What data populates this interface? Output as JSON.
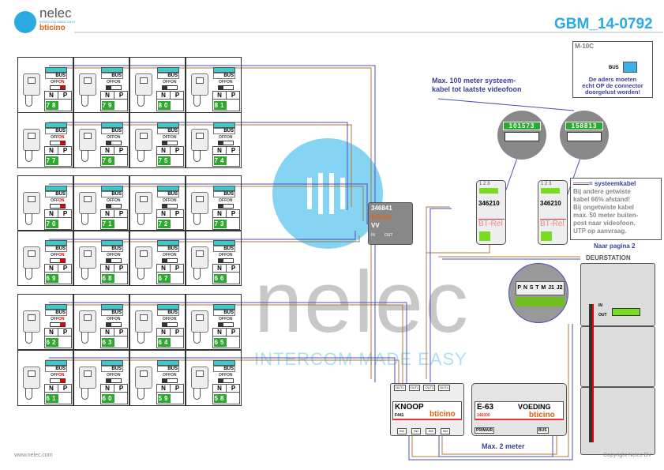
{
  "header": {
    "brand": "nelec",
    "tagline": "INTERCOM MADE EASY",
    "partner": "bticino",
    "doc_id": "GBM_14-0792"
  },
  "watermark": {
    "word": "nelec",
    "sub": "INTERCOM MADE EASY"
  },
  "monitor_labels": {
    "bus": "BUS",
    "off": "OFF",
    "on": "ON",
    "n": "N",
    "p": "P"
  },
  "monitor_rows": [
    [
      "78",
      "79",
      "80",
      "81"
    ],
    [
      "77",
      "76",
      "75",
      "74"
    ],
    [
      "70",
      "71",
      "72",
      "73"
    ],
    [
      "69",
      "68",
      "67",
      "66"
    ],
    [
      "62",
      "63",
      "64",
      "65"
    ],
    [
      "61",
      "60",
      "59",
      "58"
    ]
  ],
  "notes": {
    "max100": "Max. 100 meter systeem-",
    "max100b": "kabel tot laatste videofoon",
    "max2": "Max. 2 meter",
    "next_page": "Naar pagina 2"
  },
  "m10c": {
    "title": "M-10C",
    "bus": "BUS",
    "l1": "De aders moeten",
    "l2": "echt OP de connector",
    "l3": "doorgelust worden!"
  },
  "legend": {
    "title": "= systeemkabel",
    "l1": "Bij andere getwiste",
    "l2": "kabel 66% afstand!",
    "l3": "Bij ongetwiste kabel",
    "l4": "max. 50 meter buiten-",
    "l5": "post naar videofoon.",
    "l6": "UTP op aanvraag."
  },
  "relays": [
    {
      "code": "101573",
      "part": "346210",
      "name": "BT-Rel",
      "pins": "1 2 3"
    },
    {
      "code": "158813",
      "part": "346210",
      "name": "BT-Rel",
      "pins": "1 2 3"
    }
  ],
  "splitter": {
    "part": "346841",
    "brand": "bticino",
    "vv": "VV",
    "in": "IN",
    "out": "OUT"
  },
  "knoop": {
    "name": "KNOOP",
    "part": "F441",
    "brand": "bticino",
    "outs": [
      "OUT1",
      "OUT2",
      "OUT3",
      "OUT4"
    ],
    "ins": [
      "IN1",
      "IN2",
      "IN3",
      "IN4"
    ]
  },
  "voeding": {
    "name": "E-63",
    "label": "VOEDING",
    "part": "346000",
    "brand": "bticino",
    "primair": "PRIMAIR",
    "bus": "BUS"
  },
  "deurstation": {
    "title": "DEURSTATION",
    "terms": [
      "P",
      "N",
      "S",
      "T",
      "M",
      "J1",
      "J2"
    ],
    "in": "IN",
    "out": "OUT"
  },
  "footer": {
    "url": "www.nelec.com",
    "copyright": "Copyright Nelec BV"
  },
  "colors": {
    "accent": "#29abe2",
    "brown": "#b0783c",
    "blue": "#4a4fb0",
    "green": "#2ea82e"
  }
}
